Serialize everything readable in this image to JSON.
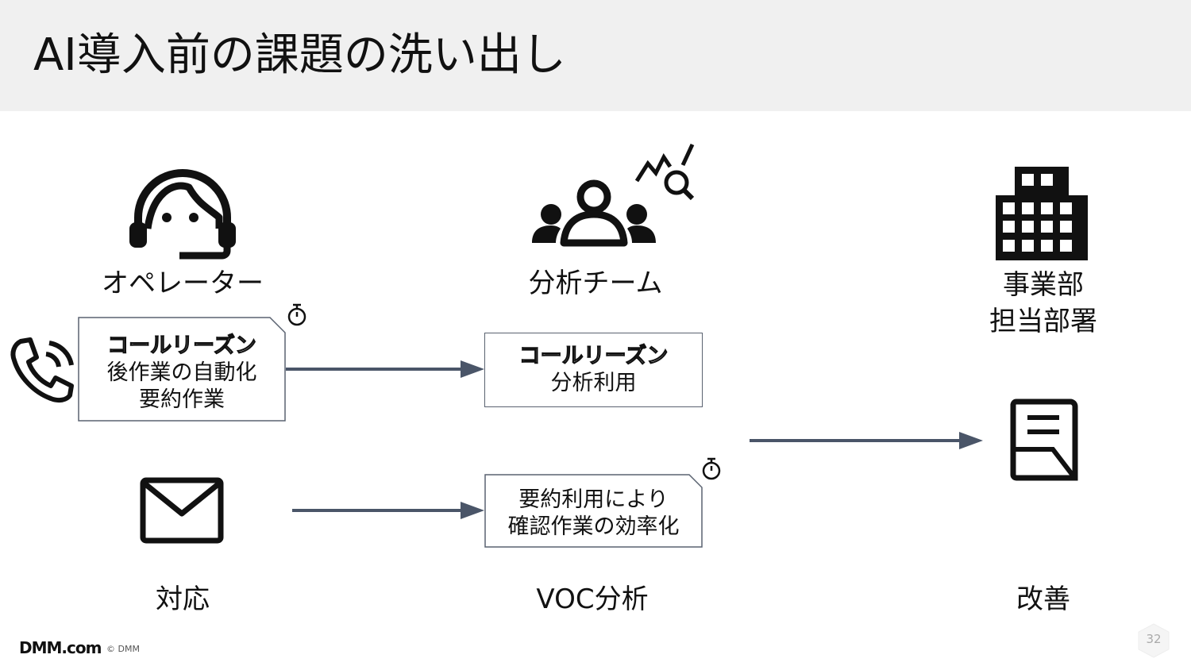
{
  "title": "AI導入前の課題の洗い出し",
  "actors": {
    "operator": "オペレーター",
    "analysis_team": "分析チーム",
    "business_dept": [
      "事業部",
      "担当部署"
    ]
  },
  "boxes": {
    "operator_note": {
      "heading": "コールリーズン",
      "lines": [
        "後作業の自動化",
        "要約作業"
      ]
    },
    "call_reason_box": {
      "heading": "コールリーズン",
      "lines": [
        "分析利用"
      ]
    },
    "summary_note": {
      "lines": [
        "要約利用により",
        "確認作業の効率化"
      ]
    }
  },
  "bottom_labels": {
    "response": "対応",
    "voc": "VOC分析",
    "improvement": "改善"
  },
  "icons": [
    "headset-operator-icon",
    "team-analysis-icon",
    "building-icon",
    "phone-icon",
    "mail-icon",
    "document-icon",
    "stopwatch-icon"
  ],
  "colors": {
    "arrow": "#4a5568",
    "header_bg": "#f0f0f0",
    "box_border": "#5a6270"
  },
  "footer": {
    "logo": "DMM.com",
    "copyright": "© DMM",
    "page_number": "32"
  }
}
